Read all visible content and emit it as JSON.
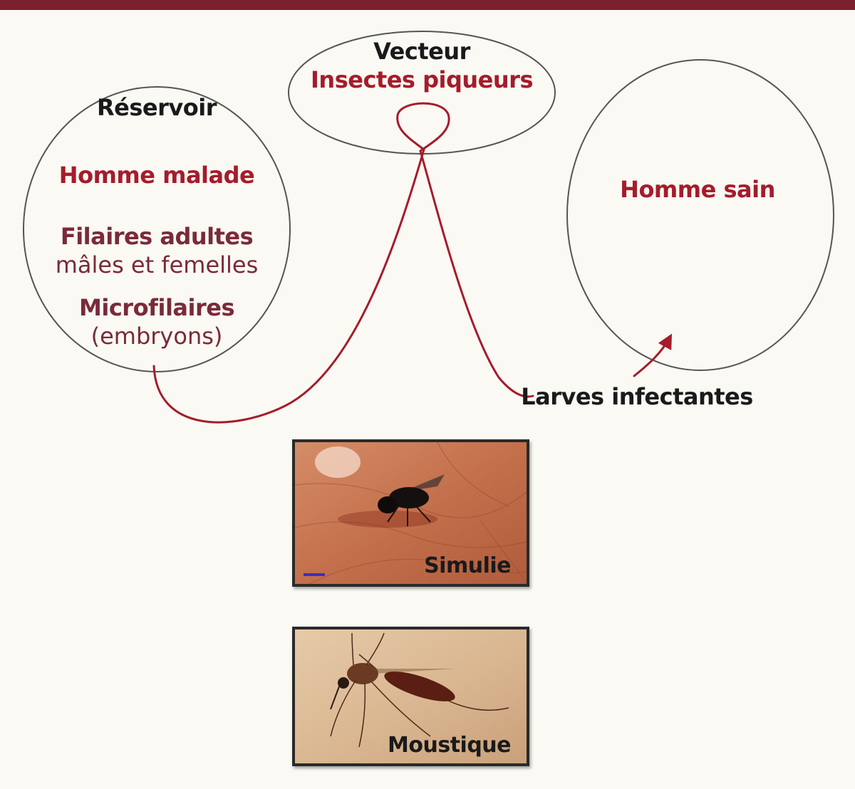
{
  "vector": {
    "title": "Vecteur",
    "subtitle": "Insectes piqueurs"
  },
  "reservoir": {
    "title": "Réservoir",
    "host": "Homme malade",
    "adults_title": "Filaires adultes",
    "adults_detail": "mâles et femelles",
    "micro_title": "Microfilaires",
    "micro_detail": "(embryons)"
  },
  "healthy": {
    "title": "Homme sain"
  },
  "transmission": {
    "label": "Larves infectantes"
  },
  "photos": [
    {
      "caption": "Simulie",
      "icon": "blackfly-photo"
    },
    {
      "caption": "Moustique",
      "icon": "mosquito-photo"
    }
  ],
  "colors": {
    "accent": "#a51c2b",
    "band": "#7a1f2e",
    "maroon_text": "#7a2a38"
  }
}
